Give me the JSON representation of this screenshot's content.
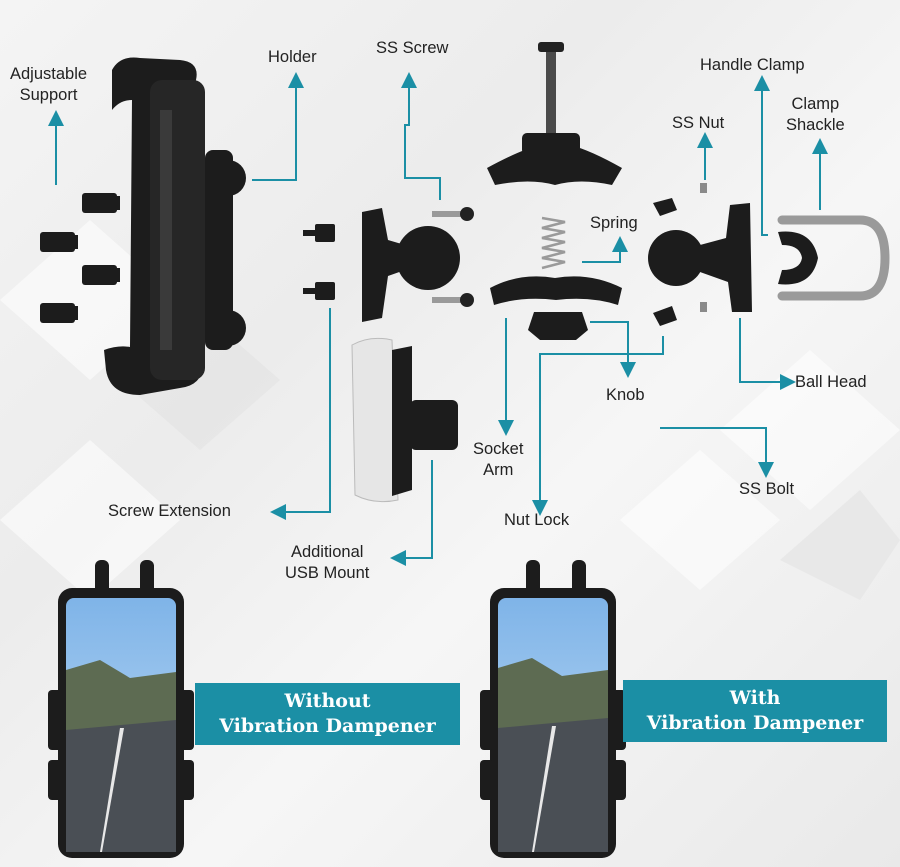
{
  "labels": {
    "adjustable_support": [
      "Adjustable",
      "Support"
    ],
    "holder": "Holder",
    "ss_screw": "SS Screw",
    "handle_clamp": "Handle Clamp",
    "ss_nut": "SS Nut",
    "clamp_shackle": [
      "Clamp",
      "Shackle"
    ],
    "spring": "Spring",
    "ball_head": "Ball Head",
    "knob": "Knob",
    "socket_arm": [
      "Socket",
      "Arm"
    ],
    "ss_bolt": "SS Bolt",
    "nut_lock": "Nut Lock",
    "screw_extension": "Screw Extension",
    "additional_usb_mount": [
      "Additional",
      "USB Mount"
    ]
  },
  "banners": {
    "without": [
      "Without",
      "Vibration Dampener"
    ],
    "with": [
      "With",
      "Vibration Dampener"
    ]
  },
  "colors": {
    "arrow": "#1b8fa5",
    "banner": "#1b8fa5",
    "part": "#1c1c1c"
  }
}
